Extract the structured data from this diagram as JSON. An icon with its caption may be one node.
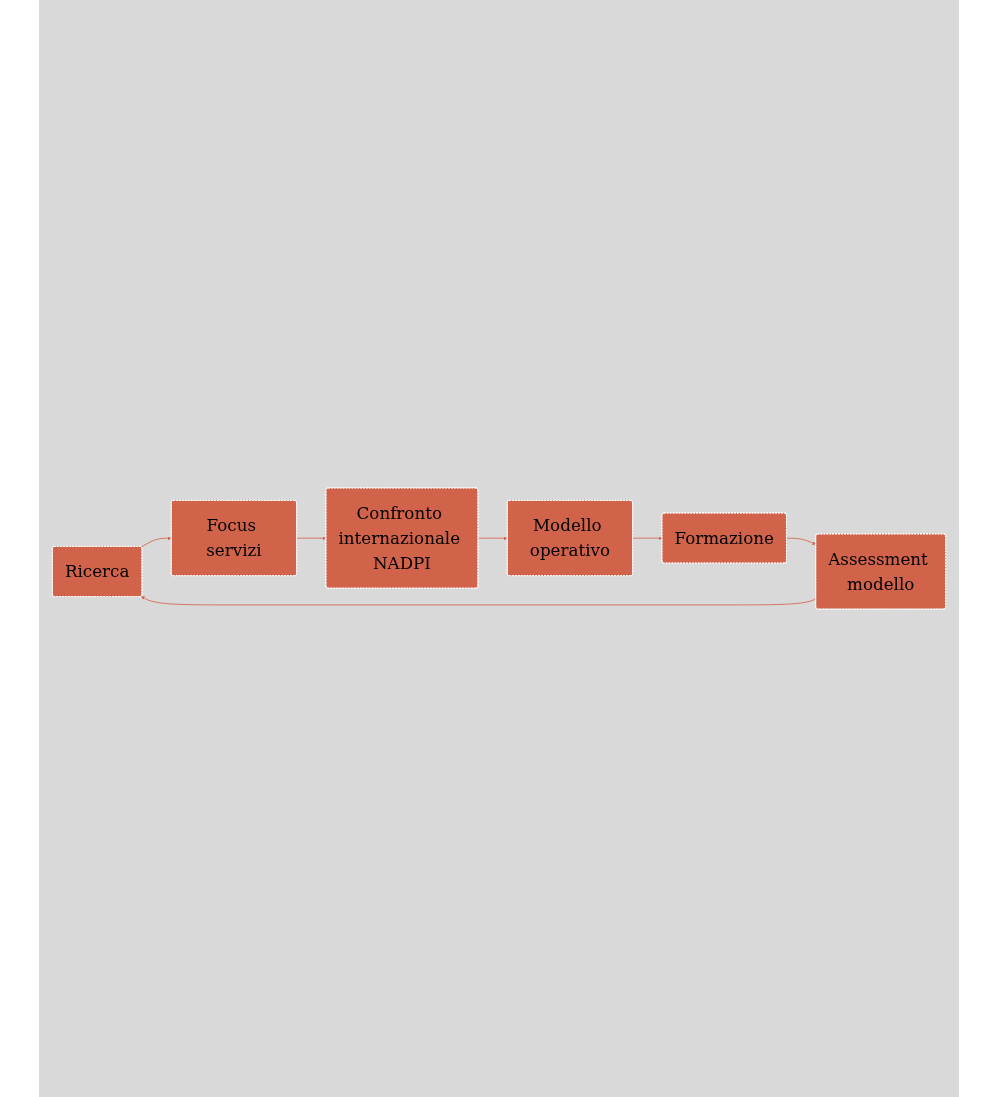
{
  "diagram": {
    "nodes": [
      {
        "text": [
          "Ricerca"
        ]
      },
      {
        "text": [
          "Focus servizi"
        ]
      },
      {
        "text": [
          "Confronto internazionale NADPI"
        ]
      },
      {
        "text": [
          "Modello operativo"
        ]
      },
      {
        "text": [
          "Formazione"
        ]
      },
      {
        "text": [
          "Assessment modello"
        ]
      }
    ],
    "edges": [
      {
        "from": 0,
        "to": 1,
        "arrow": "to"
      },
      {
        "from": 1,
        "to": 2,
        "arrow": "to"
      },
      {
        "from": 2,
        "to": 3,
        "arrow": "to"
      },
      {
        "from": 3,
        "to": 4,
        "arrow": "to"
      },
      {
        "from": 4,
        "to": 5,
        "arrow": "to"
      },
      {
        "from": 5,
        "to": 0,
        "arrow": "to"
      }
    ]
  }
}
